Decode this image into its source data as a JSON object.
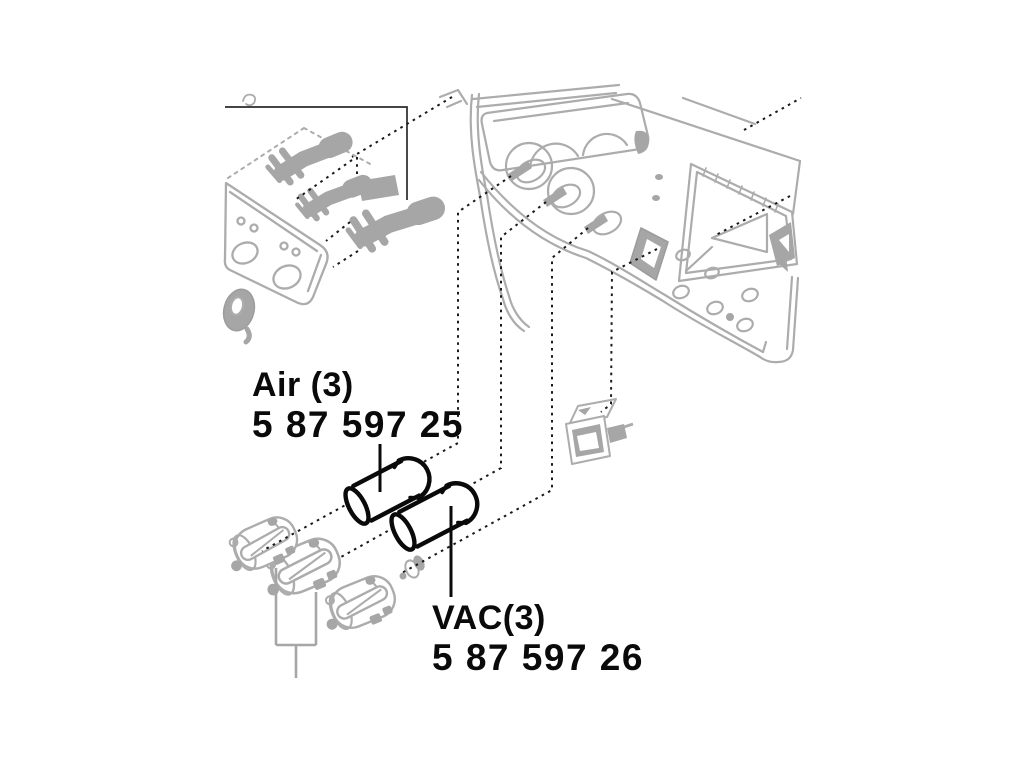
{
  "diagram": {
    "type": "exploded-parts-diagram",
    "background_color": "#ffffff",
    "artwork_color": "#acacac",
    "artwork_fill_color": "#a6a6a6",
    "highlight_color": "#0a0a0a",
    "text_color": "#000000",
    "callouts": [
      {
        "id": "air",
        "label": "Air (3)",
        "part_number": "5 87 597 25"
      },
      {
        "id": "vac",
        "label": "VAC(3)",
        "part_number": "5 87 597 26"
      }
    ],
    "components": [
      "heater-control-panel",
      "hose-connectors",
      "instrument-panel",
      "radio-opening",
      "lighter-opening",
      "rocker-switch",
      "vacuum-valves",
      "air-hose-adapter",
      "vacuum-hose-adapter"
    ]
  }
}
